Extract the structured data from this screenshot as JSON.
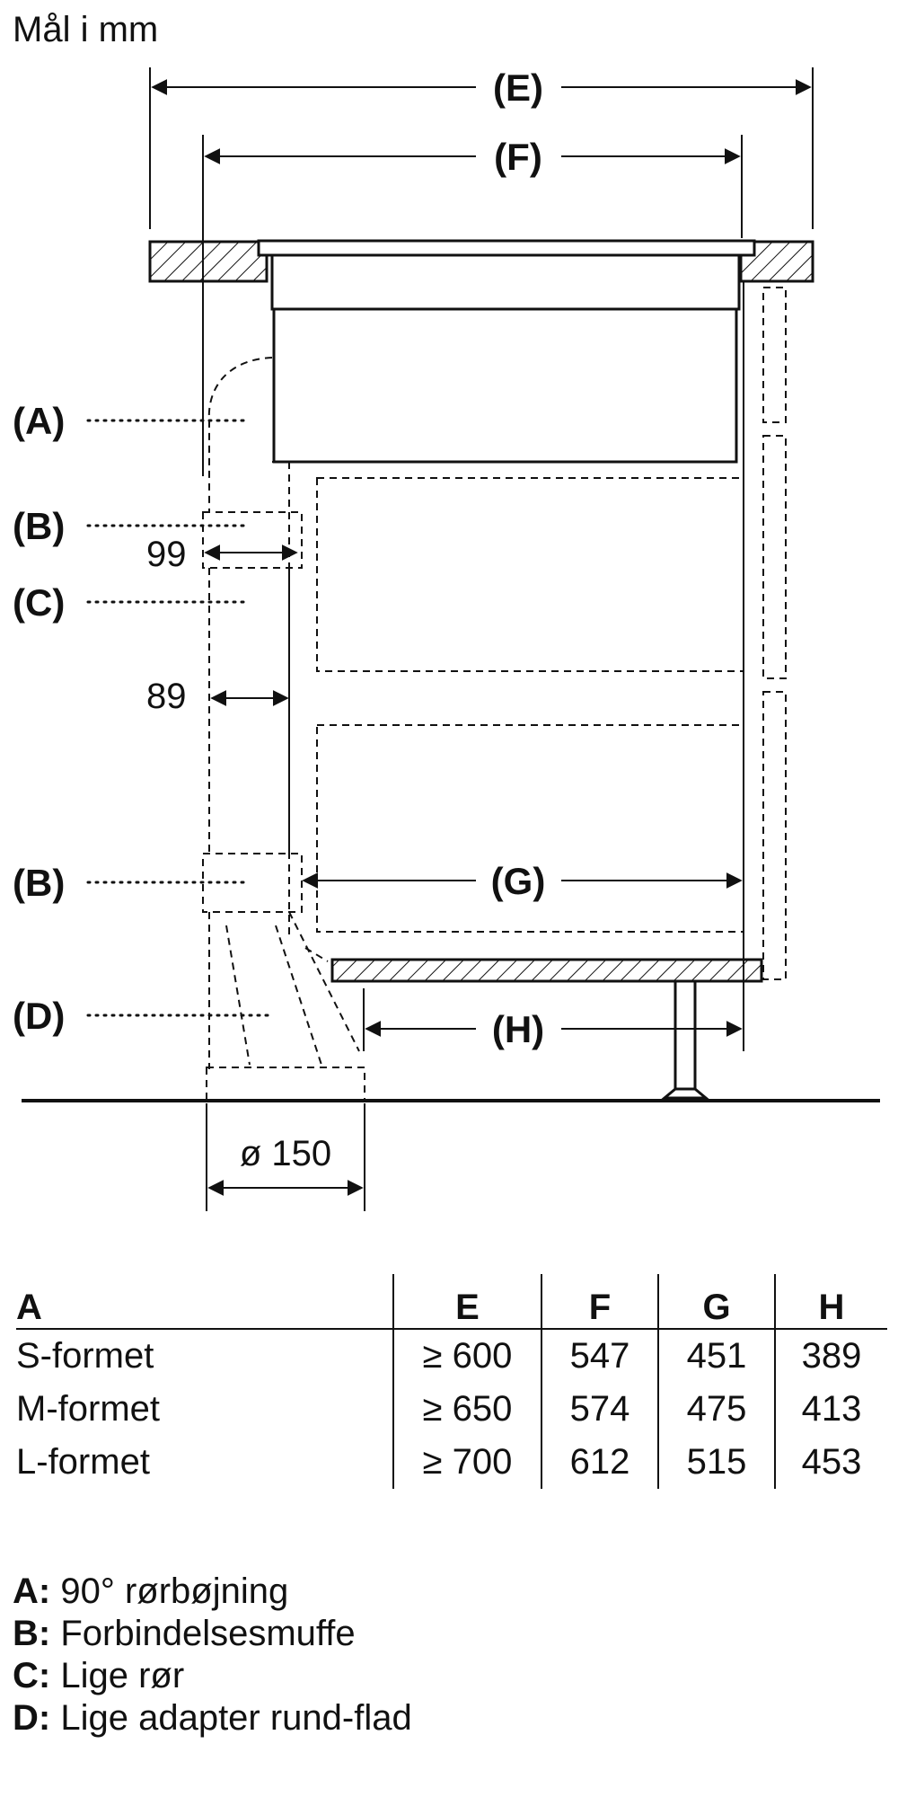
{
  "unit_label": "Mål i mm",
  "dimensions": {
    "E": "(E)",
    "F": "(F)",
    "G": "(G)",
    "H": "(H)"
  },
  "callouts": {
    "A": "(A)",
    "B1": "(B)",
    "C": "(C)",
    "B2": "(B)",
    "D": "(D)"
  },
  "measurements": {
    "m99": "99",
    "m89": "89",
    "m150": "ø 150"
  },
  "table": {
    "headers": [
      "A",
      "E",
      "F",
      "G",
      "H"
    ],
    "rows": [
      [
        "S-formet",
        "≥ 600",
        "547",
        "451",
        "389"
      ],
      [
        "M-formet",
        "≥ 650",
        "574",
        "475",
        "413"
      ],
      [
        "L-formet",
        "≥ 700",
        "612",
        "515",
        "453"
      ]
    ]
  },
  "legend": [
    {
      "key": "A:",
      "text": "90° rørbøjning"
    },
    {
      "key": "B:",
      "text": "Forbindelsesmuffe"
    },
    {
      "key": "C:",
      "text": "Lige rør"
    },
    {
      "key": "D:",
      "text": "Lige adapter rund-flad"
    }
  ]
}
